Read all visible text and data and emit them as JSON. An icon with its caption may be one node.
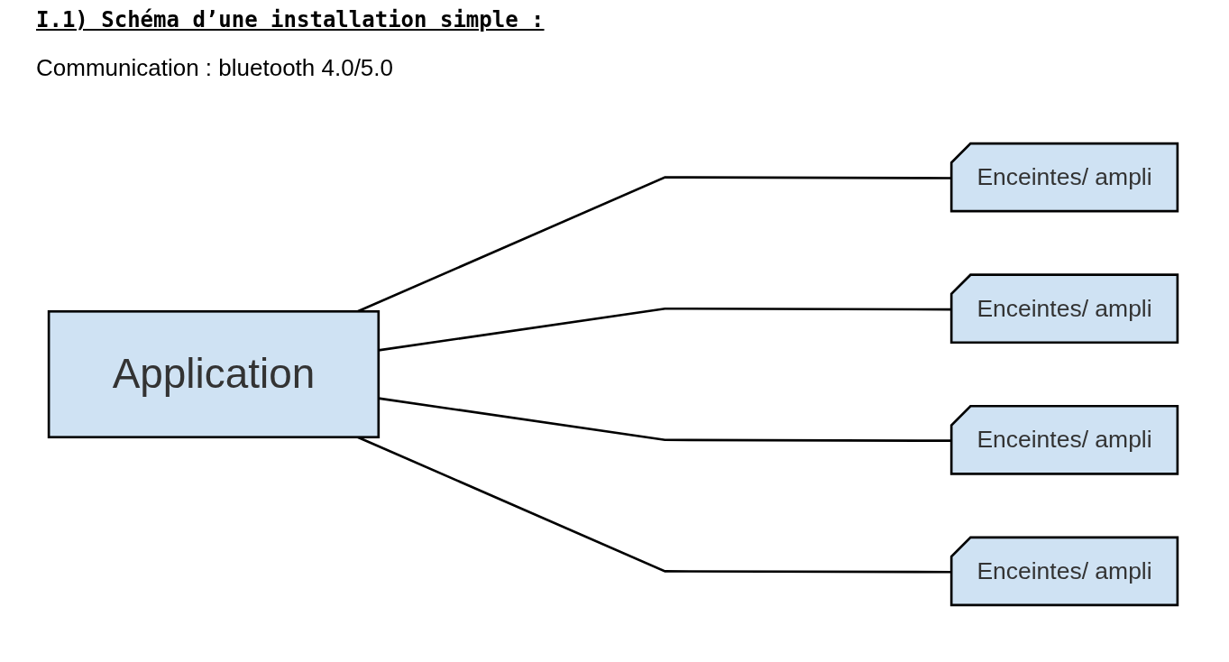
{
  "diagram": {
    "title": "I.1) Schéma d’une installation simple :",
    "nodes": [
      {
        "text": [
          "Application"
        ]
      },
      {
        "text": [
          "Enceintes/ ampli"
        ]
      },
      {
        "text": [
          "Enceintes/ ampli"
        ]
      },
      {
        "text": [
          "Enceintes/ ampli"
        ]
      },
      {
        "text": [
          "Enceintes/ ampli"
        ]
      }
    ],
    "edges": [
      {
        "from": 0,
        "to": 1,
        "arrow": "none"
      },
      {
        "from": 0,
        "to": 2,
        "arrow": "none"
      },
      {
        "from": 0,
        "to": 3,
        "arrow": "none"
      },
      {
        "from": 0,
        "to": 4,
        "arrow": "none"
      }
    ],
    "labels": [
      "Communication : bluetooth 4.0/5.0"
    ]
  }
}
